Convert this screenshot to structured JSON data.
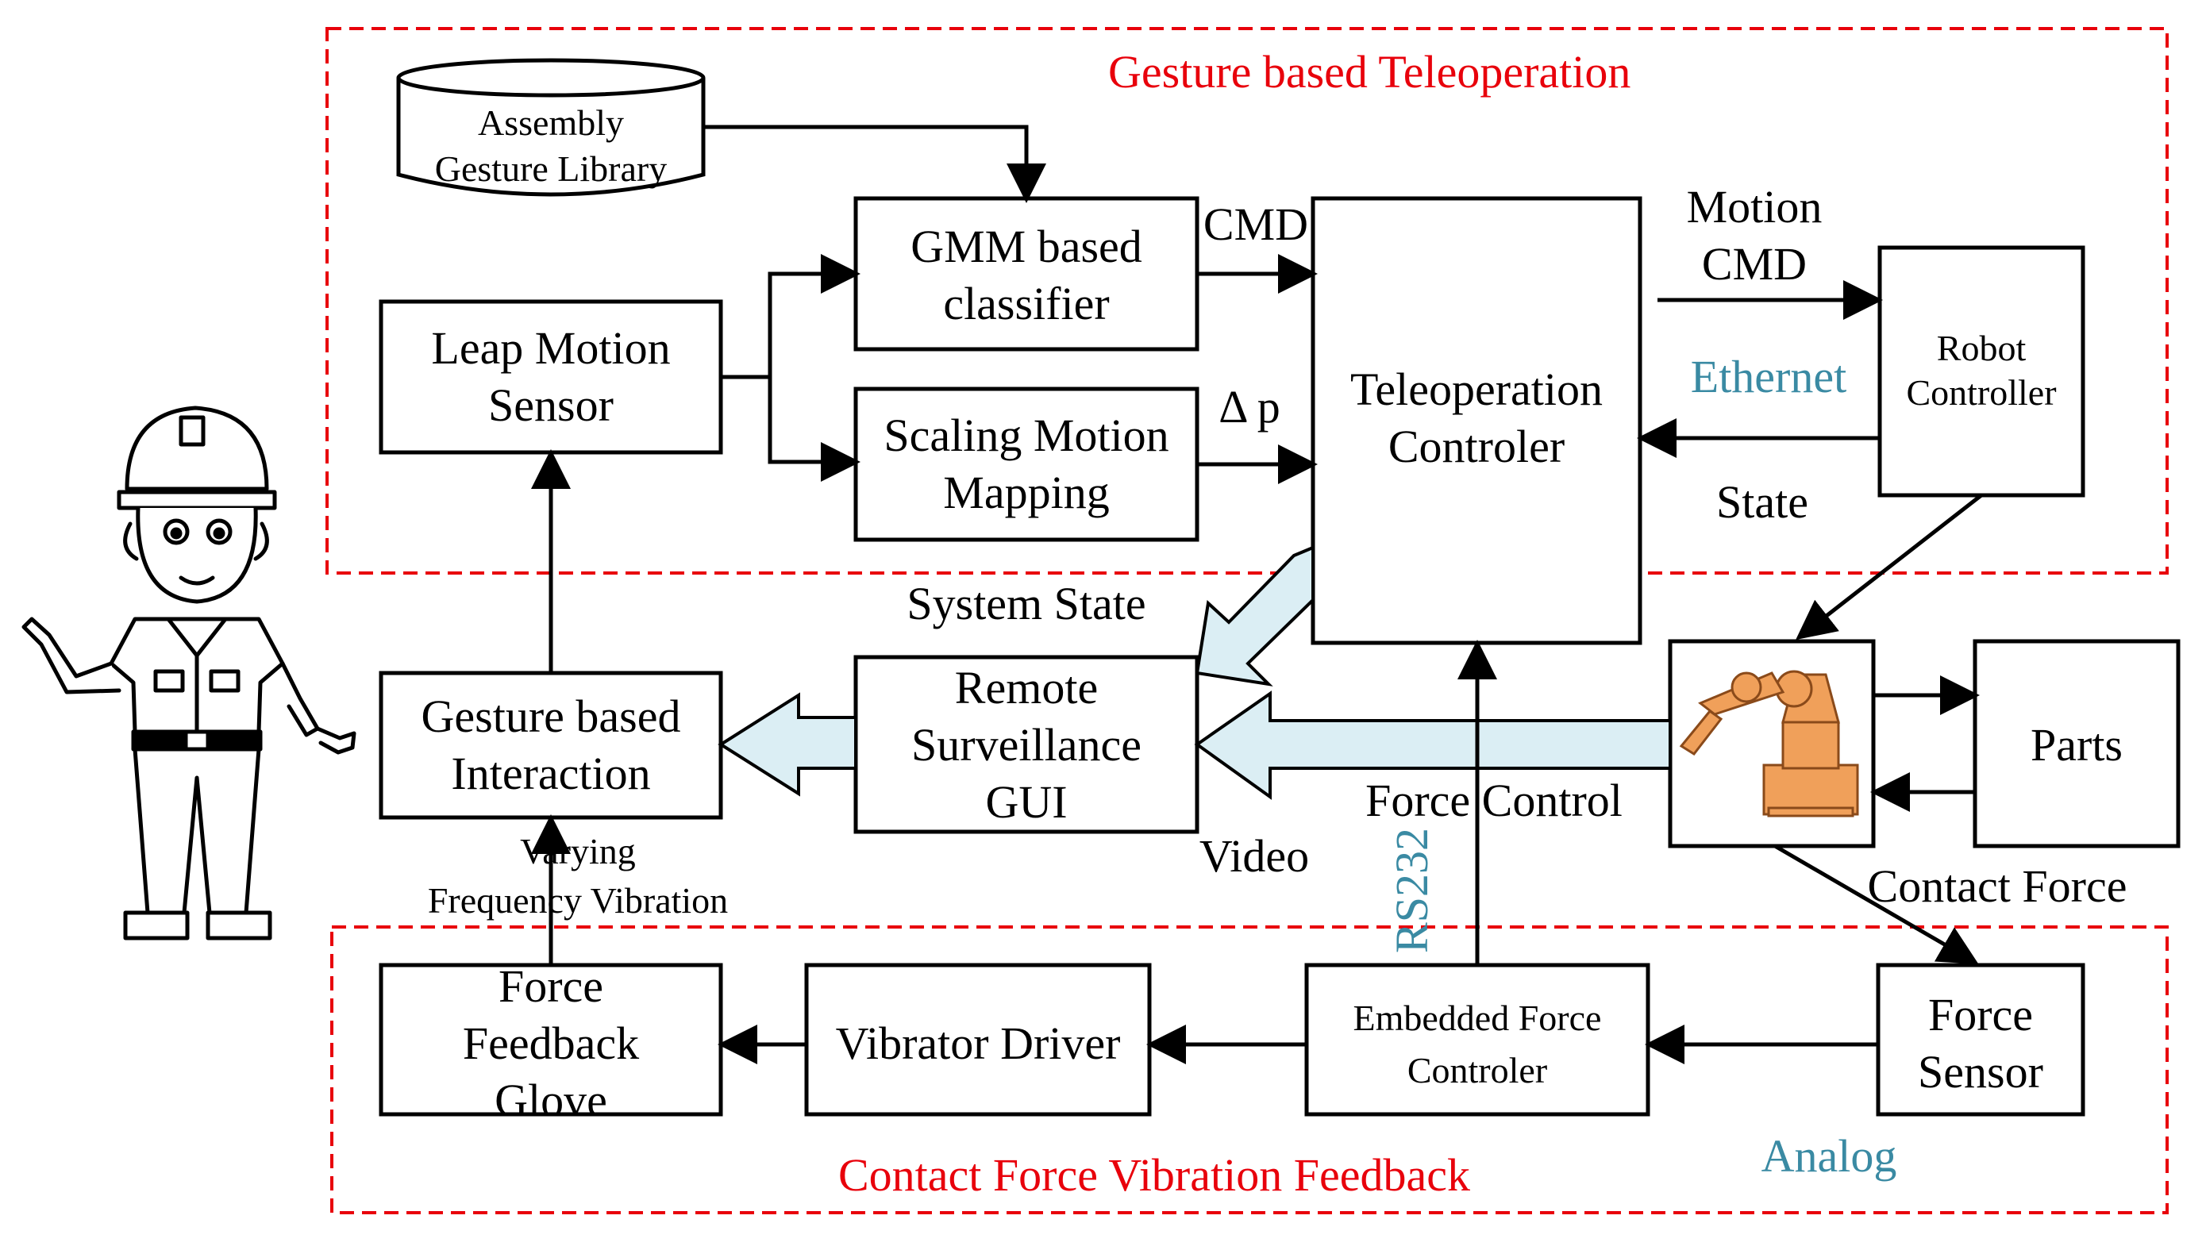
{
  "regions": {
    "top_title": "Gesture based Teleoperation",
    "bottom_title": "Contact Force Vibration Feedback"
  },
  "blocks": {
    "library_l1": "Assembly",
    "library_l2": "Gesture Library",
    "gmm_l1": "GMM based",
    "gmm_l2": "classifier",
    "scaling_l1": "Scaling Motion",
    "scaling_l2": "Mapping",
    "leap_l1": "Leap Motion",
    "leap_l2": "Sensor",
    "tele_l1": "Teleoperation",
    "tele_l2": "Controler",
    "robot_l1": "Robot",
    "robot_l2": "Controller",
    "gesture_l1": "Gesture based",
    "gesture_l2": "Interaction",
    "remote_l1": "Remote",
    "remote_l2": "Surveillance",
    "remote_l3": "GUI",
    "parts": "Parts",
    "glove_l1": "Force",
    "glove_l2": "Feedback",
    "glove_l3": "Glove",
    "vibrator": "Vibrator Driver",
    "embedded_l1": "Embedded Force",
    "embedded_l2": "Controler",
    "sensor_l1": "Force",
    "sensor_l2": "Sensor"
  },
  "edge_labels": {
    "cmd": "CMD",
    "delta_p": "Δ p",
    "motion_l1": "Motion",
    "motion_l2": "CMD",
    "ethernet": "Ethernet",
    "state": "State",
    "system_state": "System State",
    "force_control": "Force Control",
    "video": "Video",
    "rs232": "RS232",
    "varying_l1": "Varying",
    "varying_l2": "Frequency Vibration",
    "contact_force": "Contact Force",
    "analog": "Analog"
  },
  "colors": {
    "region_border": "#e8000b",
    "link_label": "#3a8aa3",
    "fat_arrow_fill": "#dbeef4",
    "robot_arm": "#f0a05a"
  },
  "icons": {
    "operator": "worker-icon",
    "robot": "robot-arm-icon",
    "library": "database-icon"
  }
}
